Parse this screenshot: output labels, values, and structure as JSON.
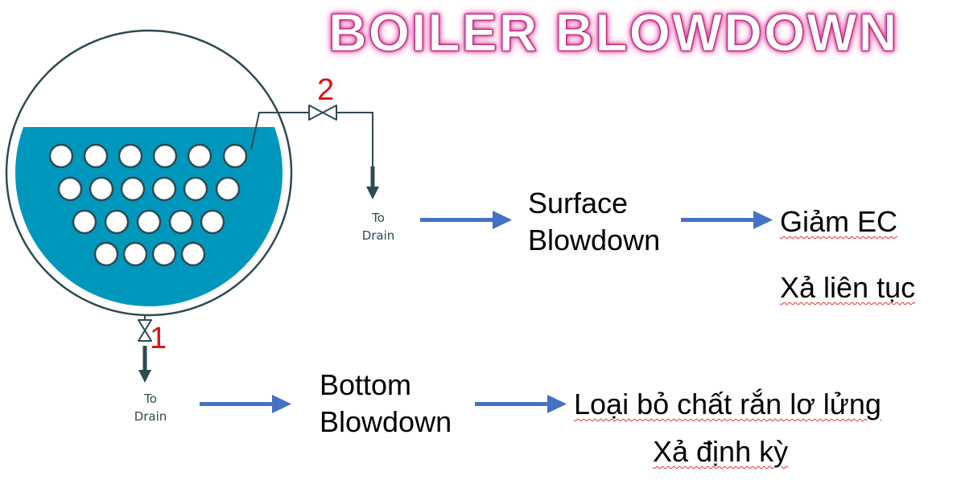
{
  "title": "BOILER BLOWDOWN",
  "valve_labels": {
    "top": "2",
    "bottom": "1"
  },
  "drain_labels": {
    "top": {
      "line1": "To",
      "line2": "Drain"
    },
    "bottom": {
      "line1": "To",
      "line2": "Drain"
    }
  },
  "surface": {
    "label_line1": "Surface",
    "label_line2": "Blowdown",
    "effects": [
      "Giảm EC",
      "Xả liên tục"
    ]
  },
  "bottom": {
    "label_line1": "Bottom",
    "label_line2": "Blowdown",
    "effects": [
      "Loại bỏ chất rắn lơ lửng",
      "Xả định kỳ"
    ]
  },
  "colors": {
    "water": "#0097BD",
    "pipe": "#2E4A52",
    "arrow": "#4472C4",
    "number": "#E01010",
    "title_glow": "#D0318F"
  },
  "icons": [
    "boiler-drum-icon",
    "tube-icon",
    "valve-icon",
    "drain-arrow-icon",
    "flow-arrow-icon"
  ]
}
